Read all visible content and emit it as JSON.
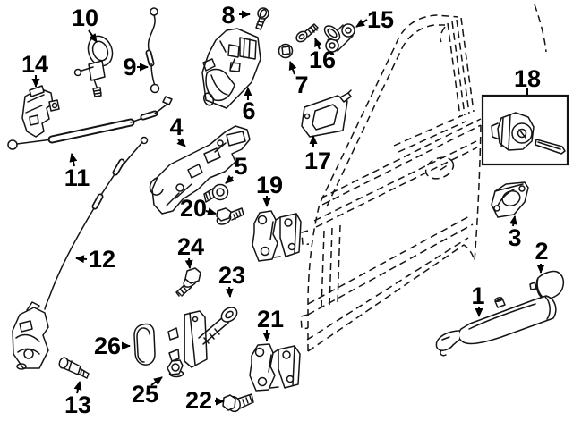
{
  "diagram": {
    "background_color": "#ffffff",
    "line_color": "#141414",
    "callouts": [
      {
        "label": "1"
      },
      {
        "label": "2"
      },
      {
        "label": "3"
      },
      {
        "label": "4"
      },
      {
        "label": "5"
      },
      {
        "label": "6"
      },
      {
        "label": "7"
      },
      {
        "label": "8"
      },
      {
        "label": "9"
      },
      {
        "label": "10"
      },
      {
        "label": "11"
      },
      {
        "label": "12"
      },
      {
        "label": "13"
      },
      {
        "label": "14"
      },
      {
        "label": "15"
      },
      {
        "label": "16"
      },
      {
        "label": "17"
      },
      {
        "label": "18"
      },
      {
        "label": "19"
      },
      {
        "label": "20"
      },
      {
        "label": "21"
      },
      {
        "label": "22"
      },
      {
        "label": "23"
      },
      {
        "label": "24"
      },
      {
        "label": "25"
      },
      {
        "label": "26"
      }
    ]
  }
}
